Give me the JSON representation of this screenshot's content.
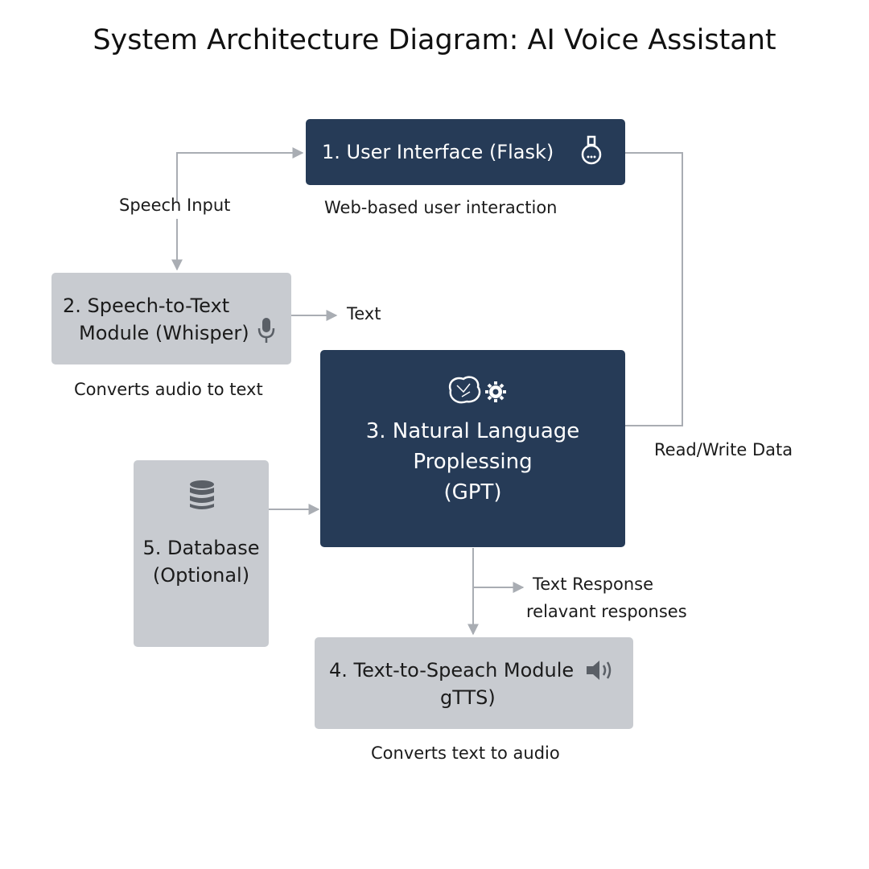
{
  "title": "System Architecture Diagram: AI Voice Assistant",
  "nodes": {
    "ui": {
      "label": "1. User Interface (Flask)",
      "caption": "Web-based user interaction",
      "icon": "flask-icon"
    },
    "stt": {
      "label_line1": "2. Speech-to-Text",
      "label_line2": "Module (Whisper)",
      "caption": "Converts audio to text",
      "icon": "microphone-icon"
    },
    "nlp": {
      "label_line1": "3. Natural Language",
      "label_line2": "Proplessing",
      "label_line3": "(GPT)",
      "icon": "brain-gear-icon"
    },
    "tts": {
      "label_line1": "4. Text-to-Speach Module",
      "label_line2": "gTTS)",
      "caption": "Converts text to audio",
      "icon": "speaker-icon"
    },
    "db": {
      "label_line1": "5. Database",
      "label_line2": "(Optional)",
      "icon": "database-icon"
    }
  },
  "edges": {
    "speech_input": "Speech Input",
    "text": "Text",
    "read_write": "Read/Write Data",
    "text_response_line1": "Text Response",
    "text_response_line2": "relavant responses"
  },
  "colors": {
    "dark_box": "#263b57",
    "light_box": "#c8cbd0",
    "arrow": "#a9adb3"
  }
}
